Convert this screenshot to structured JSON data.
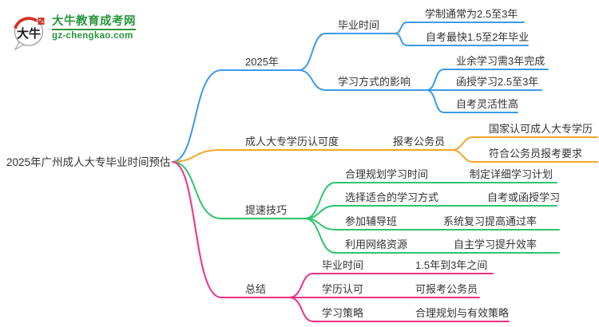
{
  "logo": {
    "bubble_text": "大牛",
    "site_name": "大牛教育成考网",
    "site_url": "gz-chengkao.com",
    "brand_green": "#27963c",
    "seal_red": "#cf3b2f",
    "arc_red": "#d93025"
  },
  "root": {
    "label": "2025年广州成人大专毕业时间预估"
  },
  "branches": [
    {
      "label": "2025年",
      "color": "#3b9be8",
      "children": [
        {
          "label": "毕业时间",
          "children": [
            {
              "label": "学制通常为2.5至3年"
            },
            {
              "label": "自考最快1.5至2年毕业"
            }
          ]
        },
        {
          "label": "学习方式的影响",
          "children": [
            {
              "label": "业余学习需3年完成"
            },
            {
              "label": "函授学习2.5至3年"
            },
            {
              "label": "自考灵活性高"
            }
          ]
        }
      ]
    },
    {
      "label": "成人大专学历认可度",
      "color": "#f5a62b",
      "children": [
        {
          "label": "报考公务员",
          "children": [
            {
              "label": "国家认可成人大专学历"
            },
            {
              "label": "符合公务员报考要求"
            }
          ]
        }
      ]
    },
    {
      "label": "提速技巧",
      "color": "#2cc56d",
      "children": [
        {
          "label": "合理规划学习时间",
          "children": [
            {
              "label": "制定详细学习计划"
            }
          ]
        },
        {
          "label": "选择适合的学习方式",
          "children": [
            {
              "label": "自考或函授学习"
            }
          ]
        },
        {
          "label": "参加辅导班",
          "children": [
            {
              "label": "系统复习提高通过率"
            }
          ]
        },
        {
          "label": "利用网络资源",
          "children": [
            {
              "label": "自主学习提升效率"
            }
          ]
        }
      ]
    },
    {
      "label": "总结",
      "color": "#ef2f86",
      "children": [
        {
          "label": "毕业时间",
          "children": [
            {
              "label": "1.5年到3年之间"
            }
          ]
        },
        {
          "label": "学历认可",
          "children": [
            {
              "label": "可报考公务员"
            }
          ]
        },
        {
          "label": "学习策略",
          "children": [
            {
              "label": "合理规划与有效策略"
            }
          ]
        }
      ]
    }
  ]
}
